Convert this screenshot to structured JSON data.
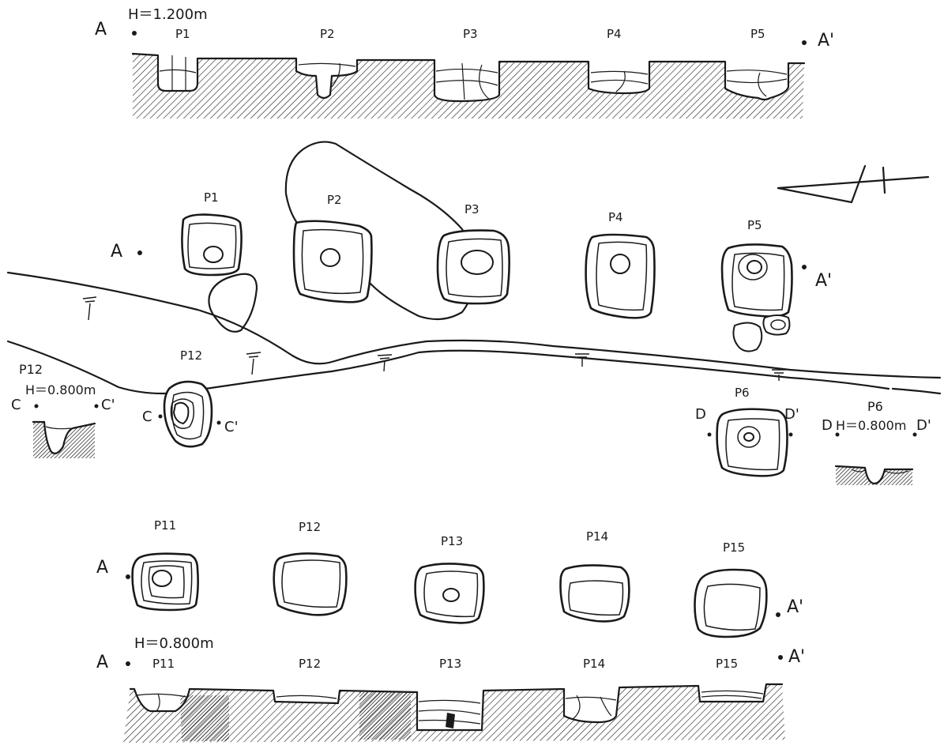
{
  "upper_section": {
    "elevation": "H＝1.200m",
    "endpoint_left": "A",
    "endpoint_right": "A'",
    "pits": [
      "P1",
      "P2",
      "P3",
      "P4",
      "P5"
    ]
  },
  "plan_upper": {
    "point_a": "A",
    "point_a_prime": "A'",
    "pits": [
      "P1",
      "P2",
      "P3",
      "P4",
      "P5"
    ]
  },
  "pit_p12_plan": {
    "label": "P12",
    "point_c": "C",
    "point_c_prime": "C'"
  },
  "section_c": {
    "label": "P12",
    "elevation": "H＝0.800m",
    "endpoint_left": "C",
    "endpoint_right": "C'"
  },
  "pit_p6_plan": {
    "label": "P6",
    "point_d": "D",
    "point_d_prime": "D'"
  },
  "section_d": {
    "label": "P6",
    "elevation": "H＝0.800m",
    "endpoint_left": "D",
    "endpoint_right": "D'"
  },
  "plan_lower": {
    "point_a": "A",
    "point_a_prime": "A'",
    "pits": [
      "P11",
      "P12",
      "P13",
      "P14",
      "P15"
    ]
  },
  "lower_section": {
    "elevation": "H＝0.800m",
    "endpoint_left": "A",
    "endpoint_right": "A'",
    "pits": [
      "P11",
      "P12",
      "P13",
      "P14",
      "P15"
    ]
  }
}
